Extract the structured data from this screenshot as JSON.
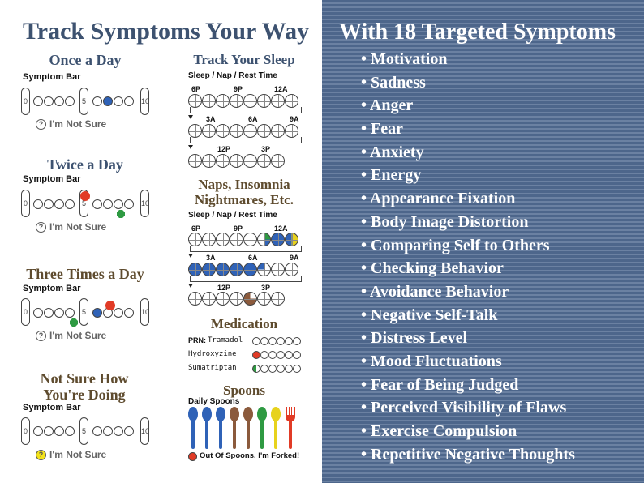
{
  "left": {
    "title": "Track Symptoms Your Way",
    "once": {
      "heading": "Once a Day",
      "bar_label": "Symptom Bar",
      "unsure": "I'm Not Sure"
    },
    "twice": {
      "heading": "Twice a Day",
      "bar_label": "Symptom Bar",
      "unsure": "I'm Not Sure"
    },
    "three": {
      "heading": "Three Times a Day",
      "bar_label": "Symptom Bar",
      "unsure": "I'm Not Sure"
    },
    "notsure": {
      "heading_line1": "Not Sure How",
      "heading_line2": "You're Doing",
      "bar_label": "Symptom Bar",
      "unsure": "I'm Not Sure"
    },
    "bar_markers": {
      "min": "0",
      "mid": "5",
      "max": "10"
    },
    "question_mark": "?",
    "sleep": {
      "heading": "Track Your Sleep",
      "label": "Sleep / Nap / Rest Time",
      "row1_times": [
        "6P",
        "9P",
        "12A"
      ],
      "row2_times": [
        "3A",
        "6A",
        "9A"
      ],
      "row3_times": [
        "12P",
        "3P"
      ]
    },
    "naps": {
      "heading_line1": "Naps, Insomnia",
      "heading_line2": "Nightmares, Etc.",
      "label": "Sleep / Nap / Rest Time",
      "row1_times": [
        "6P",
        "9P",
        "12A"
      ],
      "row2_times": [
        "3A",
        "6A",
        "9A"
      ],
      "row3_times": [
        "12P",
        "3P"
      ]
    },
    "medication": {
      "heading": "Medication",
      "prn_label": "PRN:",
      "items": [
        {
          "name": "Tramadol",
          "filled": 0,
          "color": ""
        },
        {
          "name": "Hydroxyzine",
          "filled": 1,
          "color": "#e13b26"
        },
        {
          "name": "Sumatriptan",
          "filled": 1,
          "color": "#2e9a42"
        }
      ]
    },
    "spoons": {
      "heading": "Spoons",
      "label": "Daily Spoons",
      "out_text": "Out Of Spoons, I'm Forked!",
      "colors": [
        "#2f62b7",
        "#2f62b7",
        "#2f62b7",
        "#8b5a3c",
        "#8b5a3c",
        "#2e9a42",
        "#e7d21c",
        "#e13b26"
      ]
    }
  },
  "right": {
    "title": "With 18 Targeted Symptoms",
    "symptoms": [
      "Motivation",
      "Sadness",
      "Anger",
      "Fear",
      "Anxiety",
      "Energy",
      "Appearance Fixation",
      "Body Image Distortion",
      "Comparing Self to Others",
      "Checking Behavior",
      "Avoidance Behavior",
      "Negative Self-Talk",
      "Distress Level",
      "Mood Fluctuations",
      "Fear of Being Judged",
      "Perceived Visibility of Flaws",
      "Exercise Compulsion",
      "Repetitive Negative Thoughts"
    ]
  },
  "colors": {
    "title_blue": "#3d5270",
    "title_brown": "#5e4b2e",
    "dot_blue": "#2f62b7",
    "dot_red": "#e13b26",
    "dot_green": "#2e9a42",
    "panel_blue": "#4d668b"
  }
}
